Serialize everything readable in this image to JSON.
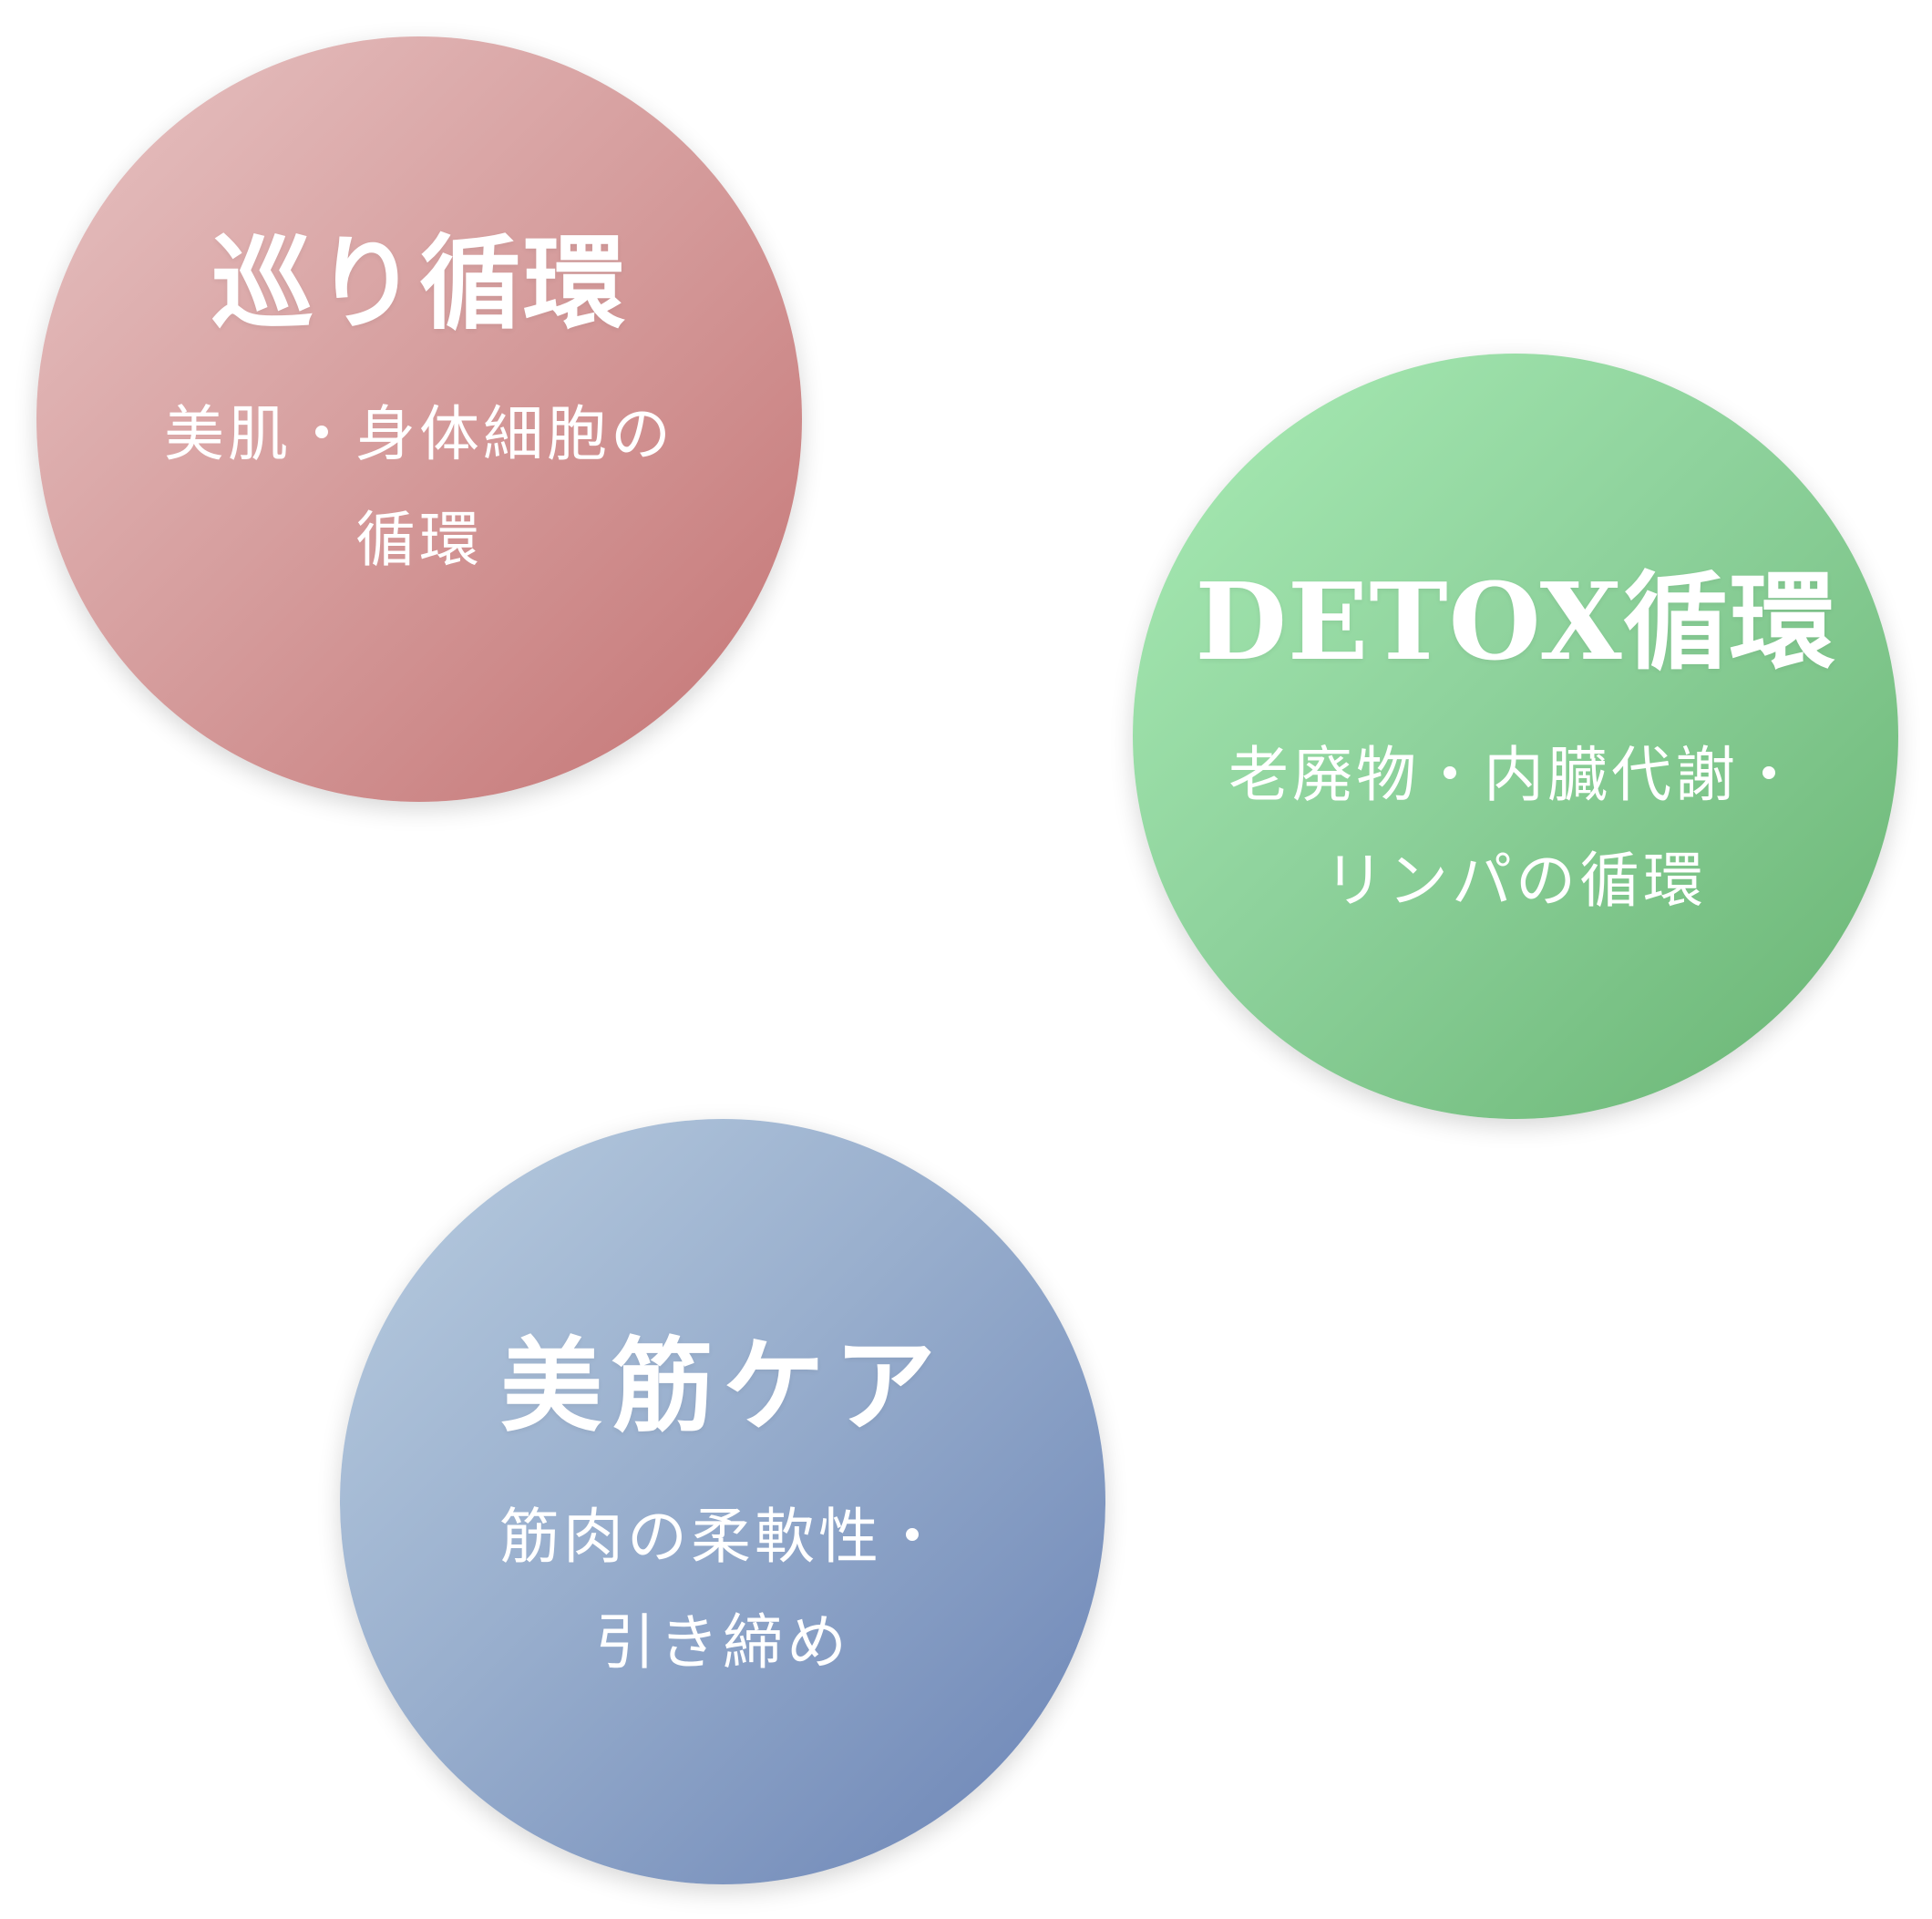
{
  "circles": [
    {
      "title": "巡り循環",
      "desc_lines": [
        "美肌・身体細胞の",
        "循環"
      ],
      "gradient": [
        "#e7c3c3",
        "#c47474"
      ]
    },
    {
      "title": "DETOX循環",
      "desc_lines": [
        "老廃物・内臓代謝・",
        "リンパの循環"
      ],
      "gradient": [
        "#a9ecb5",
        "#68b472"
      ]
    },
    {
      "title": "美筋ケア",
      "desc_lines": [
        "筋肉の柔軟性・",
        "引き締め"
      ],
      "gradient": [
        "#b9cde0",
        "#6a83b5"
      ]
    }
  ]
}
